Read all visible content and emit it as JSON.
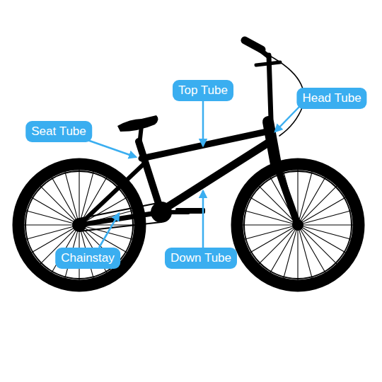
{
  "diagram": {
    "nodes": [
      {
        "text": [
          "Top Tube"
        ]
      },
      {
        "text": [
          "Head Tube"
        ]
      },
      {
        "text": [
          "Seat Tube"
        ]
      },
      {
        "text": [
          "Chainstay"
        ]
      },
      {
        "text": [
          "Down Tube"
        ]
      }
    ]
  }
}
